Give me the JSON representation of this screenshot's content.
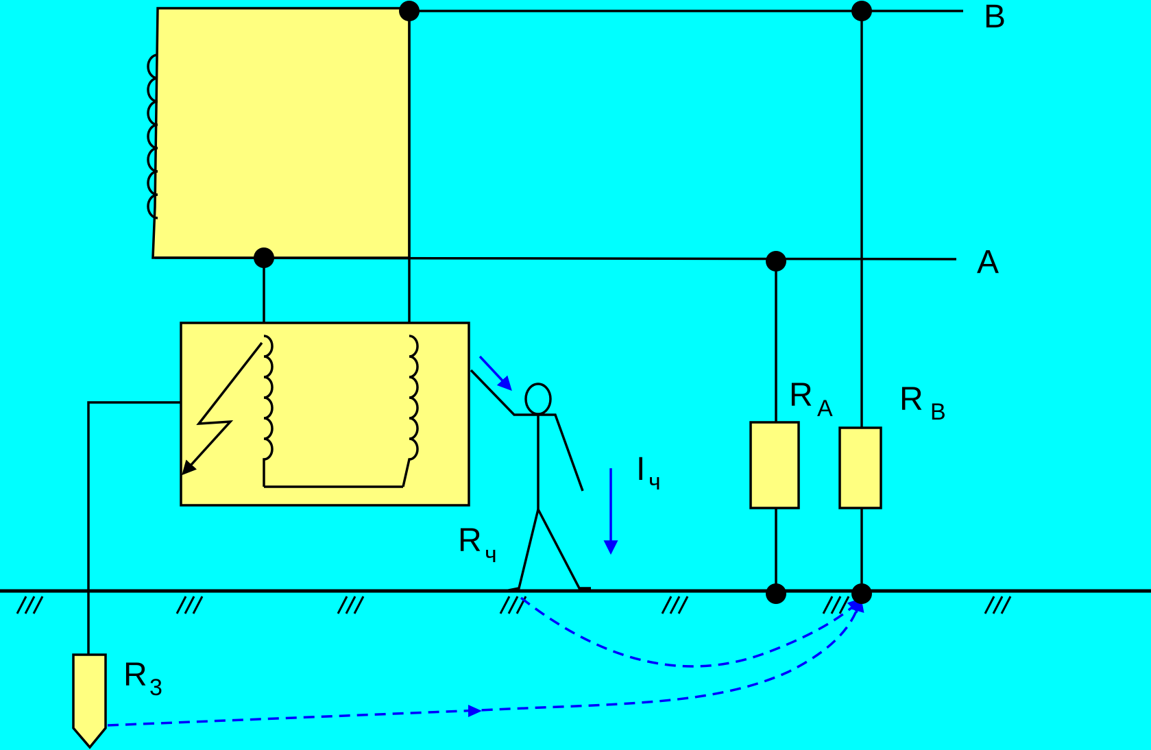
{
  "diagram": {
    "line_b_label": "B",
    "line_a_label": "A",
    "ra_label": "R",
    "ra_sub": "A",
    "rb_label": "R",
    "rb_sub": "B",
    "rh_label": "R",
    "rh_sub": "ч",
    "ih_label": "I",
    "ih_sub": "ч",
    "rz_label": "R",
    "rz_sub": "3"
  },
  "colors": {
    "background": "#00FFFF",
    "component_fill": "#FFFF80",
    "current_arrows": "#0000FF"
  }
}
